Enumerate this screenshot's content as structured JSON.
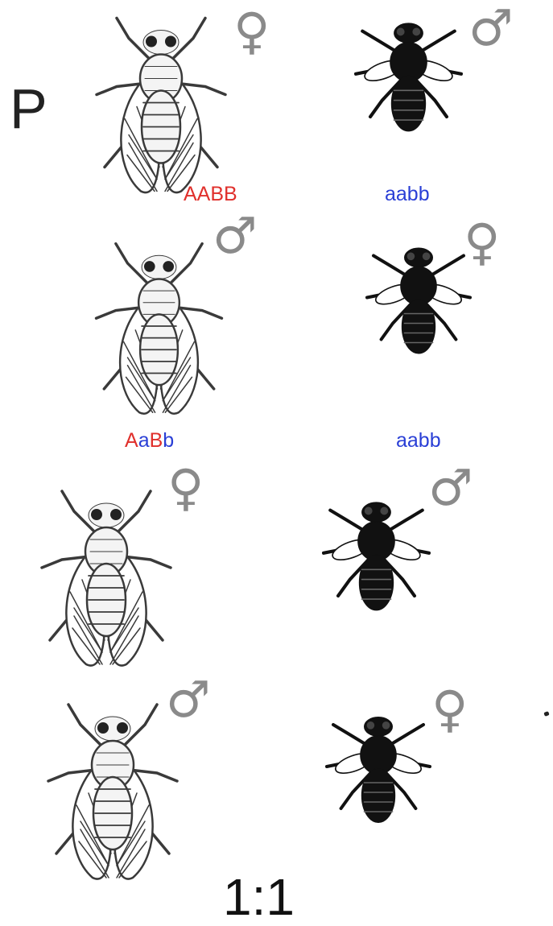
{
  "parental_label": "P",
  "ratio_label": "1:1",
  "colors": {
    "dominant_allele": "#e0302c",
    "recessive_allele": "#2a3fd6",
    "sex_symbol": "#8a8a8a",
    "dark_fly": "#111111",
    "light_fly_stroke": "#3a3a3a"
  },
  "rows": [
    {
      "left": {
        "variant": "light",
        "sex": "♀",
        "sex_name": "female",
        "genotype_parts": [
          {
            "text": "AABB",
            "color": "#e0302c"
          }
        ]
      },
      "right": {
        "variant": "dark",
        "sex": "♂",
        "sex_name": "male",
        "genotype_parts": [
          {
            "text": "aabb",
            "color": "#2a3fd6"
          }
        ]
      }
    },
    {
      "left": {
        "variant": "light",
        "sex": "♂",
        "sex_name": "male",
        "genotype_parts": [
          {
            "text": "A",
            "color": "#e0302c"
          },
          {
            "text": "a",
            "color": "#2a3fd6"
          },
          {
            "text": "B",
            "color": "#e0302c"
          },
          {
            "text": "b",
            "color": "#2a3fd6"
          }
        ]
      },
      "right": {
        "variant": "dark",
        "sex": "♀",
        "sex_name": "female",
        "genotype_parts": [
          {
            "text": "aabb",
            "color": "#2a3fd6"
          }
        ]
      }
    },
    {
      "left": {
        "variant": "light",
        "sex": "♀",
        "sex_name": "female",
        "genotype_parts": []
      },
      "right": {
        "variant": "dark",
        "sex": "♂",
        "sex_name": "male",
        "genotype_parts": []
      }
    },
    {
      "left": {
        "variant": "light",
        "sex": "♂",
        "sex_name": "male",
        "genotype_parts": []
      },
      "right": {
        "variant": "dark",
        "sex": "♀",
        "sex_name": "female",
        "genotype_parts": []
      }
    }
  ]
}
